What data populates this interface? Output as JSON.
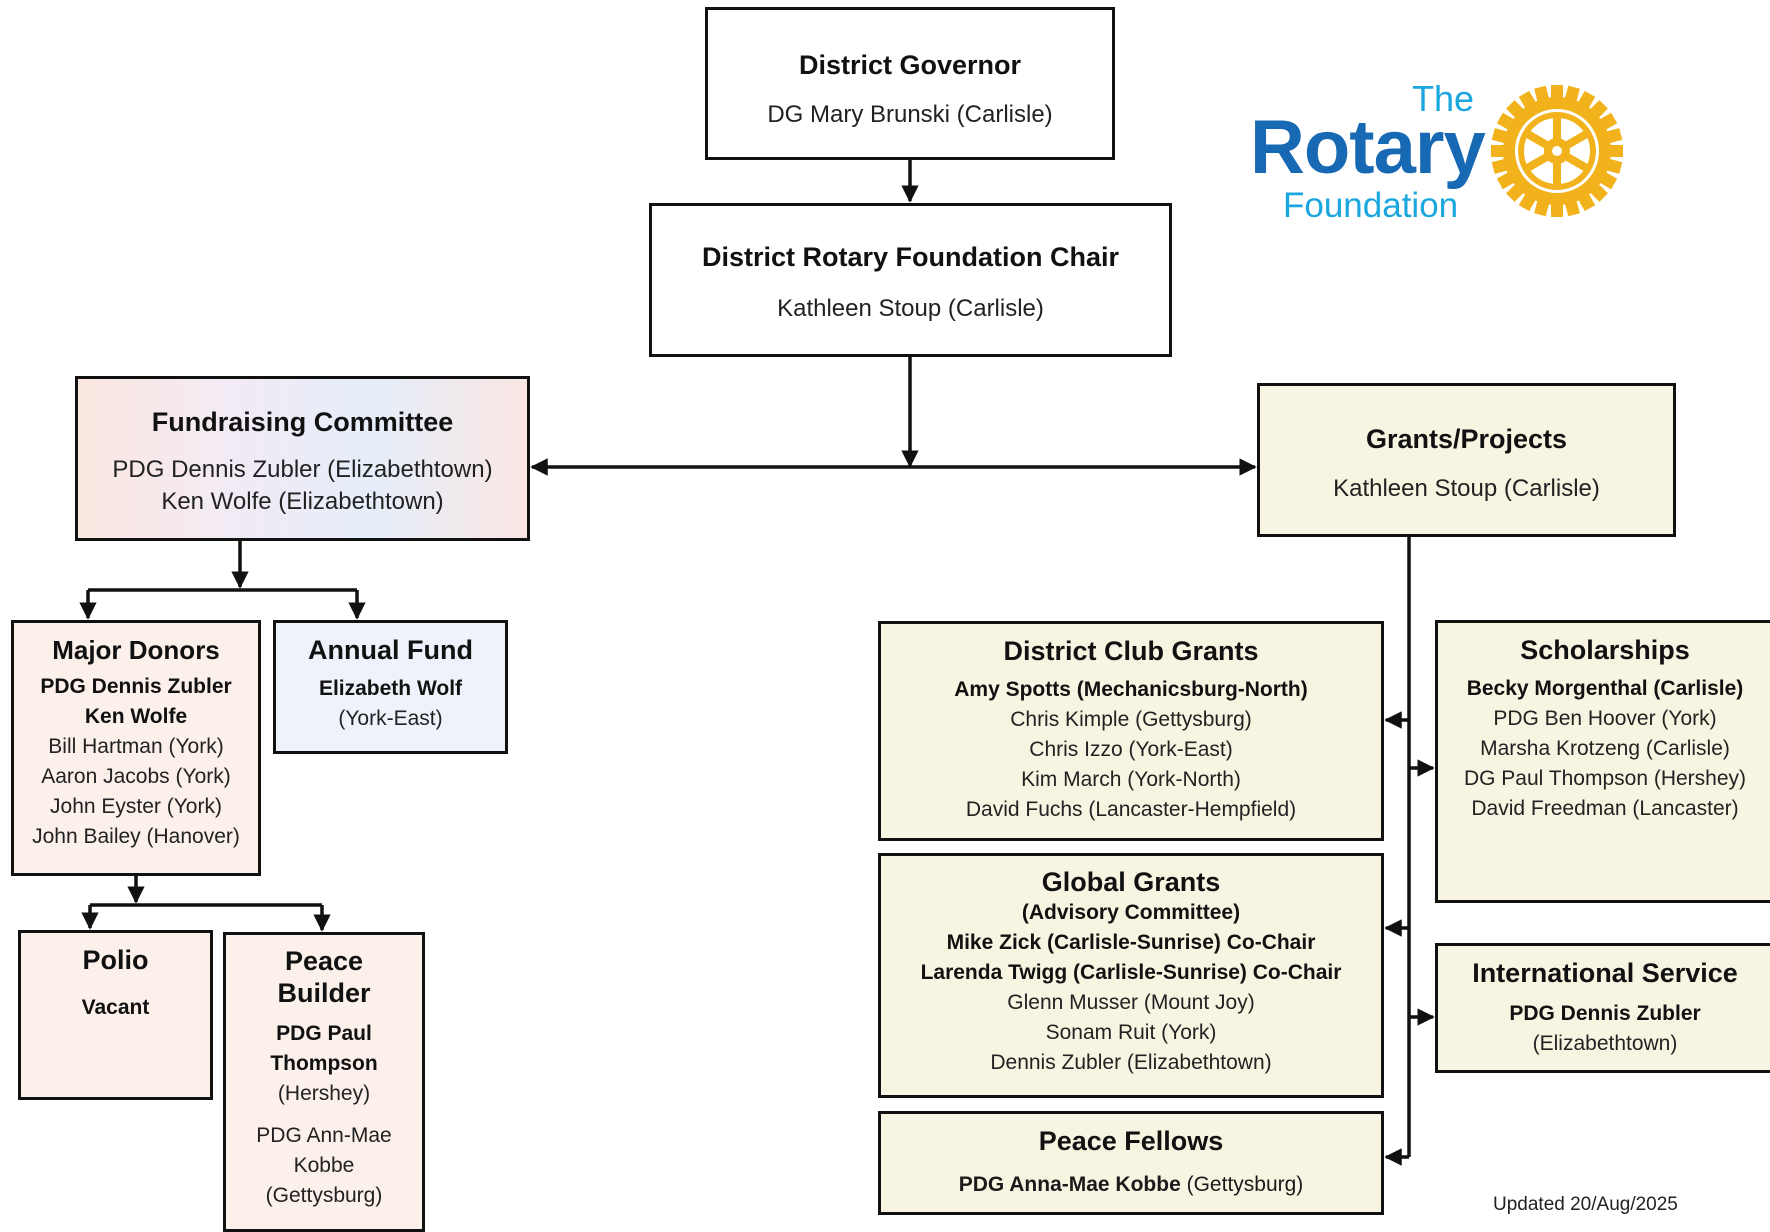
{
  "district_governor": {
    "title": "District Governor",
    "lines": [
      "DG Mary Brunski (Carlisle)"
    ]
  },
  "foundation_chair": {
    "title": "District Rotary Foundation Chair",
    "lines": [
      "Kathleen Stoup (Carlisle)"
    ]
  },
  "fundraising": {
    "title": "Fundraising Committee",
    "lines": [
      "PDG Dennis Zubler (Elizabethtown)",
      "Ken Wolfe (Elizabethtown)"
    ]
  },
  "grants_projects": {
    "title": "Grants/Projects",
    "lines": [
      "Kathleen Stoup (Carlisle)"
    ]
  },
  "major_donors": {
    "title": "Major Donors",
    "bold_lines": [
      "PDG Dennis Zubler",
      "Ken Wolfe"
    ],
    "lines": [
      "Bill Hartman (York)",
      "Aaron Jacobs (York)",
      "John Eyster (York)",
      "John Bailey (Hanover)"
    ]
  },
  "annual_fund": {
    "title": "Annual Fund",
    "bold_lines": [
      "Elizabeth Wolf"
    ],
    "lines": [
      "(York-East)"
    ]
  },
  "polio": {
    "title": "Polio",
    "bold_lines": [
      "Vacant"
    ]
  },
  "peace_builder": {
    "title_lines": [
      "Peace",
      "Builder"
    ],
    "bold_lines": [
      "PDG Paul",
      "Thompson"
    ],
    "lines": [
      "(Hershey)",
      "PDG Ann-Mae",
      "Kobbe",
      "(Gettysburg)"
    ]
  },
  "district_club_grants": {
    "title": "District Club Grants",
    "bold_lines": [
      "Amy Spotts (Mechanicsburg-North)"
    ],
    "lines": [
      "Chris Kimple (Gettysburg)",
      "Chris Izzo (York-East)",
      "Kim March (York-North)",
      "David Fuchs (Lancaster-Hempfield)"
    ]
  },
  "global_grants": {
    "title": "Global Grants",
    "bold_lines": [
      "(Advisory Committee)",
      "Mike Zick (Carlisle-Sunrise) Co-Chair",
      "Larenda Twigg (Carlisle-Sunrise) Co-Chair"
    ],
    "lines": [
      "Glenn Musser (Mount Joy)",
      "Sonam Ruit (York)",
      "Dennis Zubler (Elizabethtown)"
    ]
  },
  "peace_fellows": {
    "title": "Peace Fellows",
    "bold_name": "PDG Anna-Mae Kobbe",
    "suffix": " (Gettysburg)"
  },
  "scholarships": {
    "title": "Scholarships",
    "bold_lines": [
      "Becky Morgenthal (Carlisle)"
    ],
    "lines": [
      "PDG Ben Hoover (York)",
      "Marsha Krotzeng (Carlisle)",
      "DG Paul Thompson (Hershey)",
      "David Freedman (Lancaster)"
    ]
  },
  "international_service": {
    "title": "International Service",
    "bold_lines": [
      "PDG Dennis Zubler"
    ],
    "lines": [
      "(Elizabethtown)"
    ]
  },
  "logo": {
    "the": "The",
    "rotary": "Rotary",
    "foundation": "Foundation",
    "gold": "#f2b21b",
    "blue": "#1769b3",
    "light_blue": "#1aa6de"
  },
  "updated": "Updated 20/Aug/2025"
}
